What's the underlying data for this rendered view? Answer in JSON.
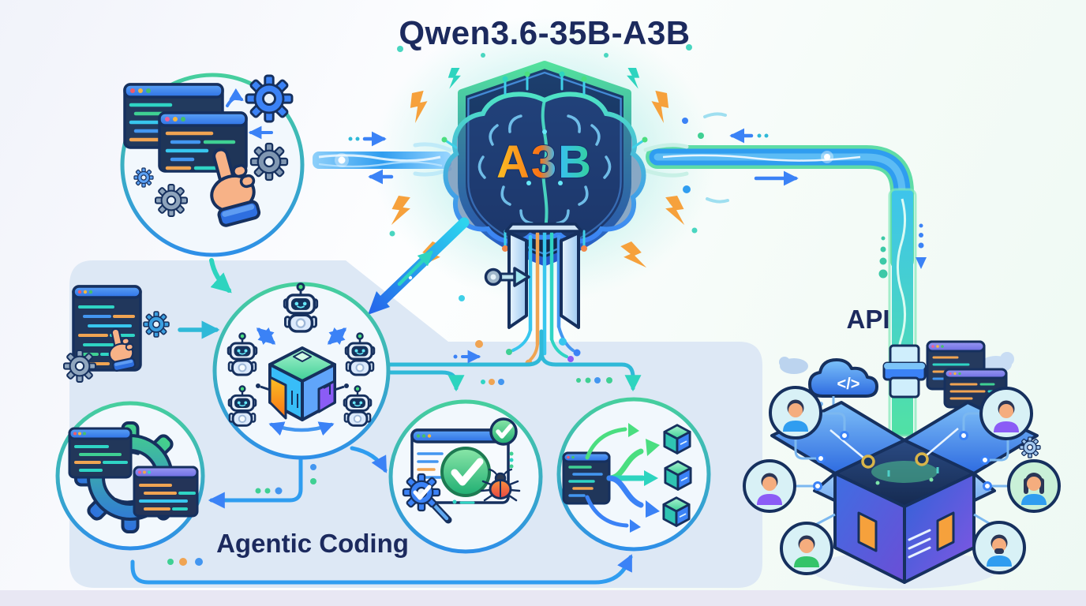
{
  "title": "Qwen3.6-35B-A3B",
  "shield": {
    "badge": "A3B",
    "icon": "shield-brain-circuit"
  },
  "panel": {
    "label": "Agentic Coding",
    "node_icons": [
      "code-windows-gears-hand-cursor",
      "code-window-hand-gear",
      "robots-around-module-cube",
      "window-checkmark-bug-magnifier",
      "code-window-branch-artifact-cubes",
      "gear-with-code-windows"
    ]
  },
  "api_side": {
    "label": "API",
    "cloud_symbol": "</>",
    "icons": [
      "cloud-code",
      "pipe-connector",
      "code-windows",
      "open-package-box",
      "user-avatars",
      "gear"
    ]
  },
  "decor_icons": [
    "lightning-bolt",
    "energy-beam",
    "key-arrow",
    "open-gate",
    "circuit-dots"
  ],
  "colors": {
    "heading_text": "#1c2a5e",
    "panel_bg": "#dce7f5",
    "beam_blue": "#2f9df0",
    "pipe_green": "#5fdca6",
    "accent_orange": "#f6a13c",
    "shield_navy": "#132f5e",
    "circuit_cyan": "#3fd0e8"
  }
}
